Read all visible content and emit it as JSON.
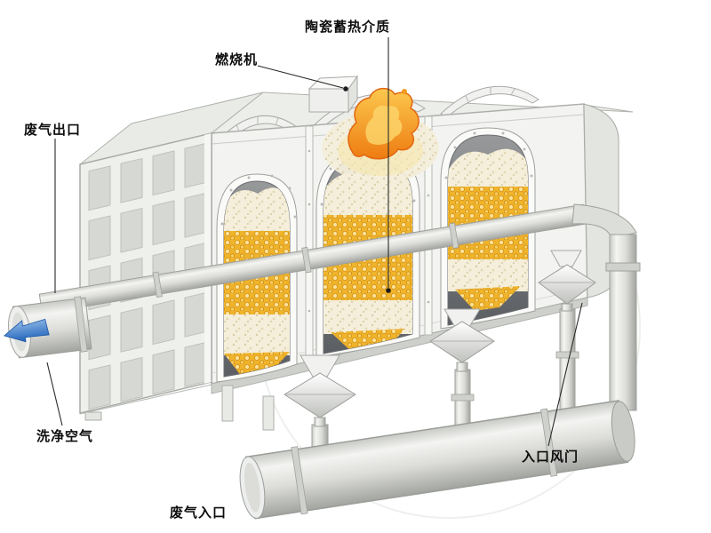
{
  "labels": {
    "ceramic_media": "陶瓷蓄热介质",
    "burner": "燃烧机",
    "exhaust_outlet": "废气出口",
    "clean_air": "洗净空气",
    "inlet_damper": "入口风门",
    "exhaust_inlet": "废气入口"
  },
  "colors": {
    "ceramic_yellow": "#f0b42a",
    "ceramic_pale": "#f4eedb",
    "flame_orange": "#ef7c12",
    "flow_arrow_blue": "#2b6fc4",
    "body_gray": "#f3f4f1",
    "cavity_gray": "#5b5e62",
    "leader_line_black": "#2b2b2b"
  },
  "icons": {
    "flame": "flame-icon",
    "flow_arrow": "left-flow-arrow-icon"
  }
}
